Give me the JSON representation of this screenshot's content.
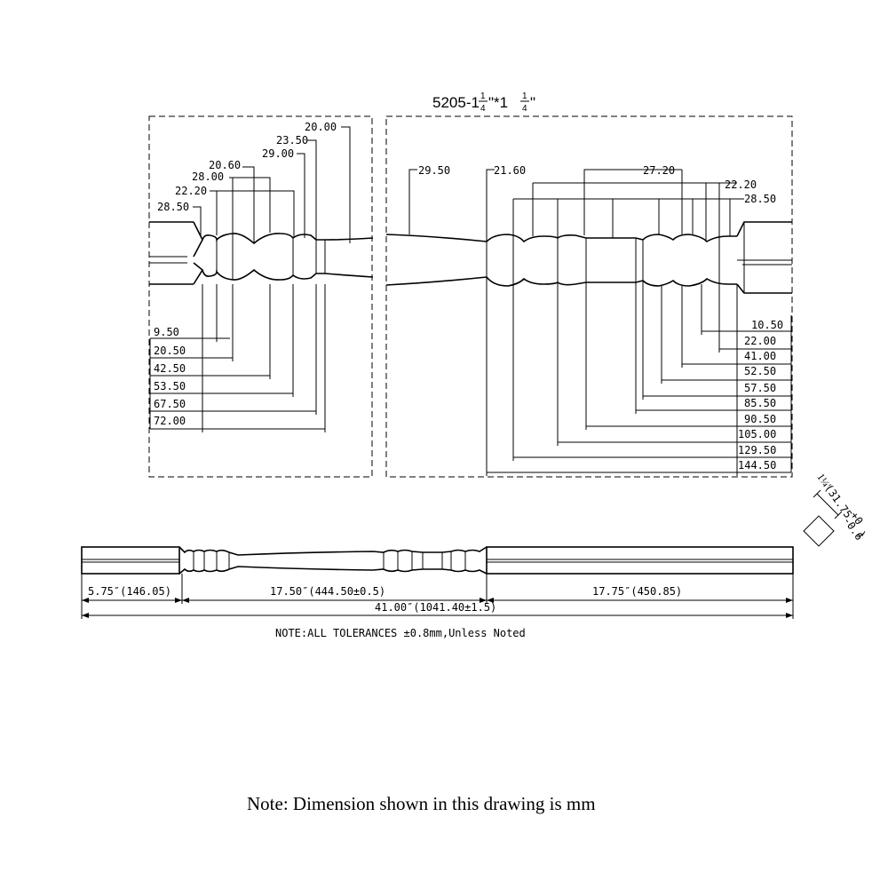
{
  "title": {
    "main": "5205-1",
    "frac1_num": "1",
    "frac1_den": "4",
    "mid": "\"*1",
    "frac2_num": "1",
    "frac2_den": "4",
    "end": "\""
  },
  "left_detail": {
    "top_labels": [
      "20.00",
      "23.50",
      "29.00",
      "20.60",
      "28.00",
      "22.20",
      "28.50"
    ],
    "bottom_labels": [
      "9.50",
      "20.50",
      "42.50",
      "53.50",
      "67.50",
      "72.00"
    ]
  },
  "right_detail": {
    "top_labels": [
      "29.50",
      "21.60",
      "27.20",
      "22.20",
      "28.50"
    ],
    "bottom_labels": [
      "10.50",
      "22.00",
      "41.00",
      "52.50",
      "57.50",
      "85.50",
      "90.50",
      "105.00",
      "129.50",
      "144.50"
    ]
  },
  "section": {
    "size": "1¼\"",
    "metric": "(31.75",
    "tol_upper": "+0",
    "tol_lower": "-0.6",
    "close": ")"
  },
  "overall": {
    "seg1": "5.75″(146.05)",
    "seg2": "17.50″(444.50±0.5)",
    "seg3": "17.75″(450.85)",
    "total": "41.00″(1041.40±1.5)",
    "tolerance_note": "NOTE:ALL TOLERANCES ±0.8mm,Unless Noted"
  },
  "footer_note": "Note: Dimension shown in this drawing is mm"
}
